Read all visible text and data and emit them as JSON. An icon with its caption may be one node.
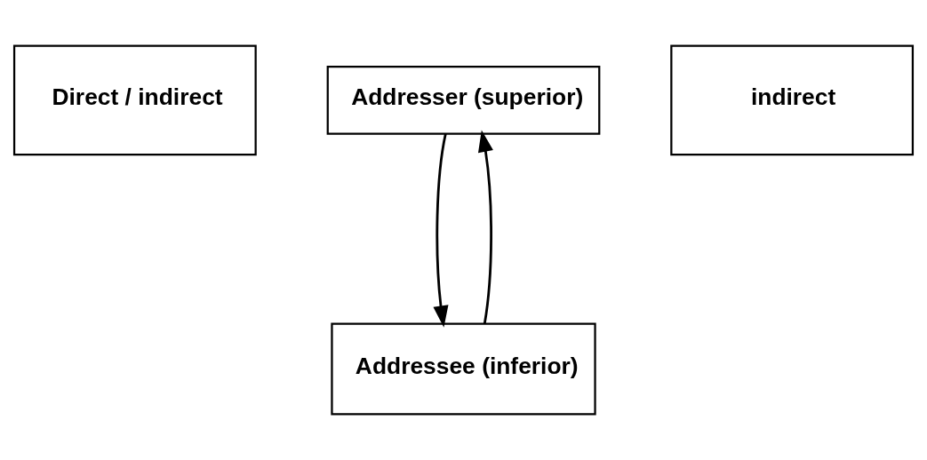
{
  "diagram": {
    "nodes": [
      {
        "text": [
          "Direct / indirect"
        ]
      },
      {
        "text": [
          "Addresser (superior)"
        ]
      },
      {
        "text": [
          "Addressee (inferior)"
        ]
      },
      {
        "text": [
          "indirect"
        ]
      }
    ],
    "edges": [
      {
        "from": 1,
        "to": 2,
        "arrow": "to"
      },
      {
        "from": 2,
        "to": 1,
        "arrow": "to"
      }
    ]
  }
}
